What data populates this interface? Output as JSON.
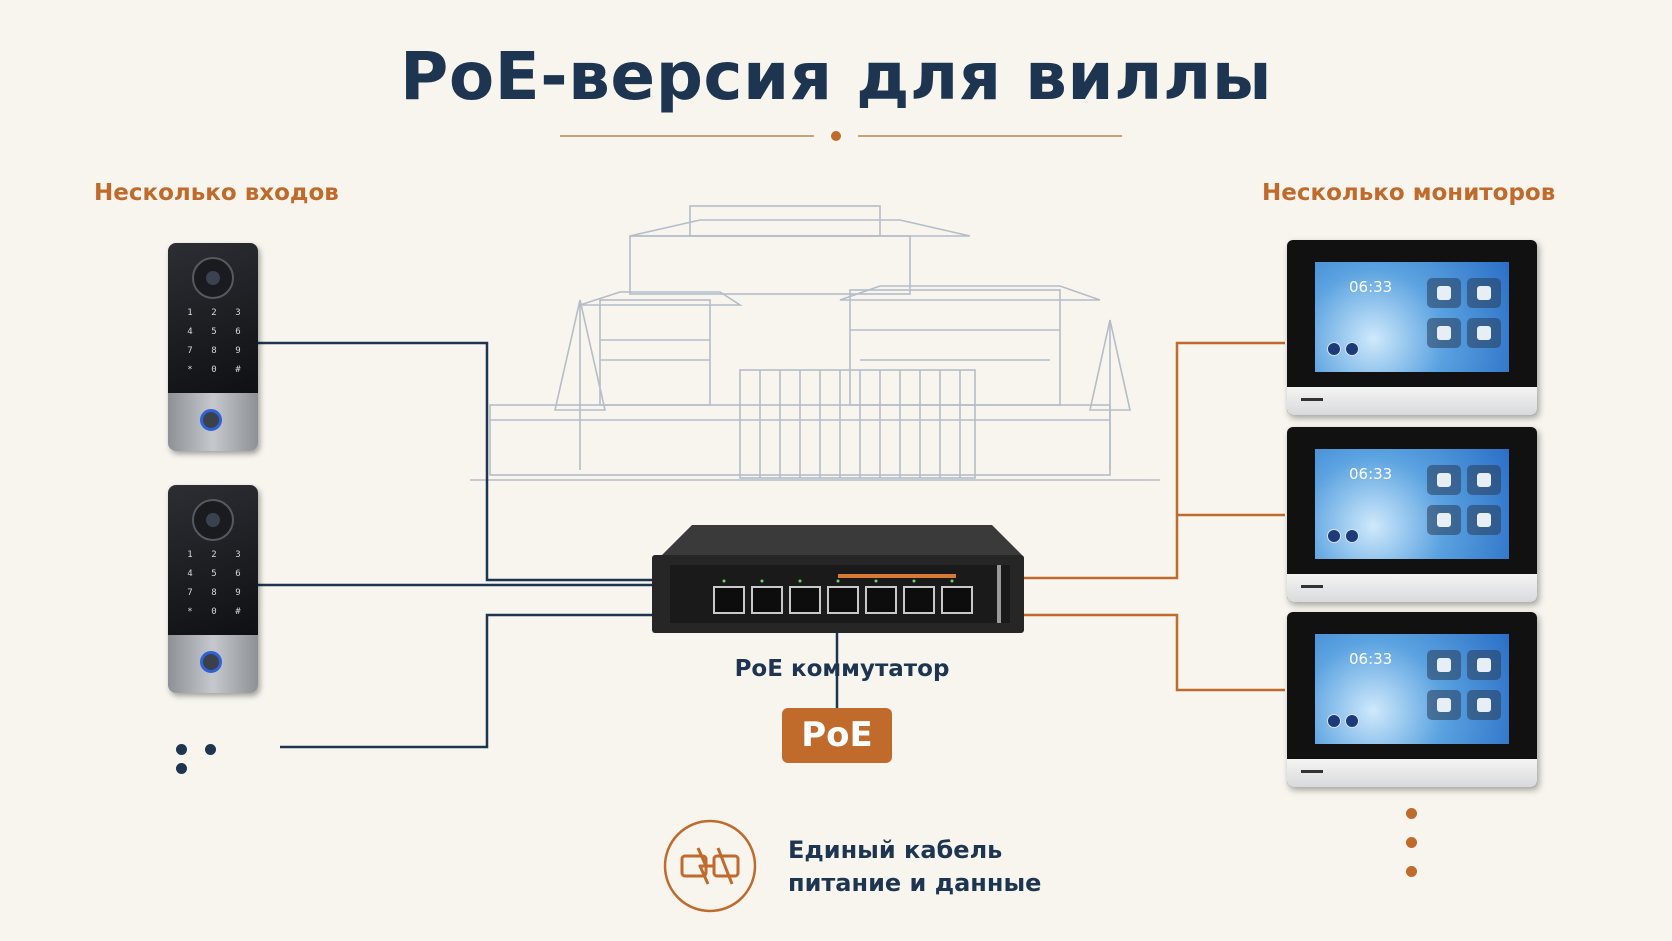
{
  "title": "PoE-версия для виллы",
  "left_group": {
    "label": "Несколько входов"
  },
  "right_group": {
    "label": "Несколько мониторов"
  },
  "monitor_clock": "06:33",
  "switch": {
    "label": "PoE коммутатор",
    "badge": "PoE"
  },
  "caption": {
    "line1": "Единый кабель",
    "line2": "питание и данные"
  },
  "keypad_keys": [
    "1",
    "2",
    "3",
    "4",
    "5",
    "6",
    "7",
    "8",
    "9",
    "*",
    "0",
    "#"
  ],
  "colors": {
    "navy": "#1d3550",
    "accent": "#c06a2b",
    "background": "#f7f5ee"
  },
  "icons": [
    "outdoor-panel-icon",
    "indoor-monitor-icon",
    "poe-switch-icon",
    "cable-link-icon",
    "villa-sketch"
  ]
}
